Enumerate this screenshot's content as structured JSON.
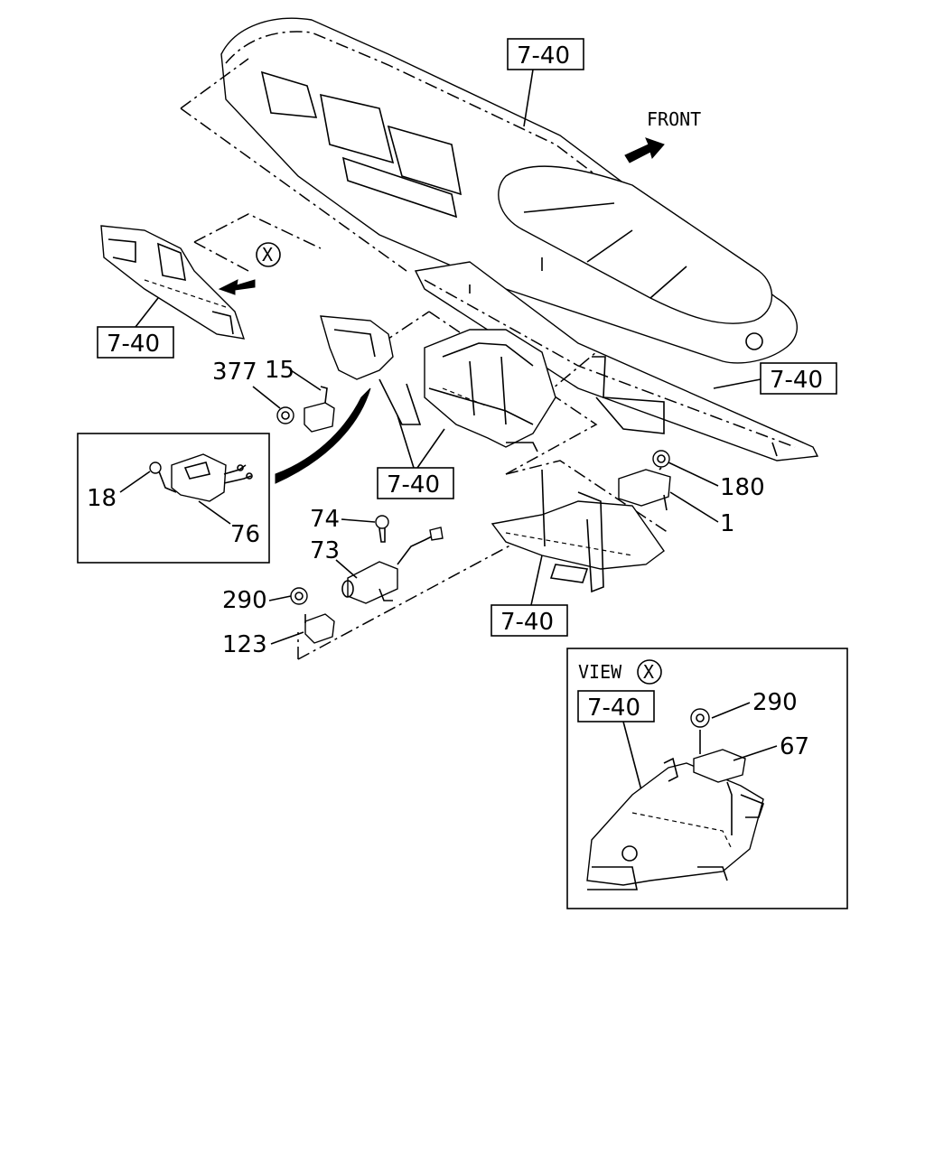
{
  "diagram": {
    "front_label": "FRONT",
    "view_title": "VIEW",
    "view_marker": "X",
    "callout_marker": "X",
    "ref_boxes": [
      "7-40",
      "7-40",
      "7-40",
      "7-40",
      "7-40",
      "7-40"
    ],
    "parts": {
      "p15": "15",
      "p377": "377",
      "p18": "18",
      "p76": "76",
      "p74": "74",
      "p73": "73",
      "p290a": "290",
      "p123": "123",
      "p180": "180",
      "p1": "1",
      "p290b": "290",
      "p67": "67"
    }
  }
}
